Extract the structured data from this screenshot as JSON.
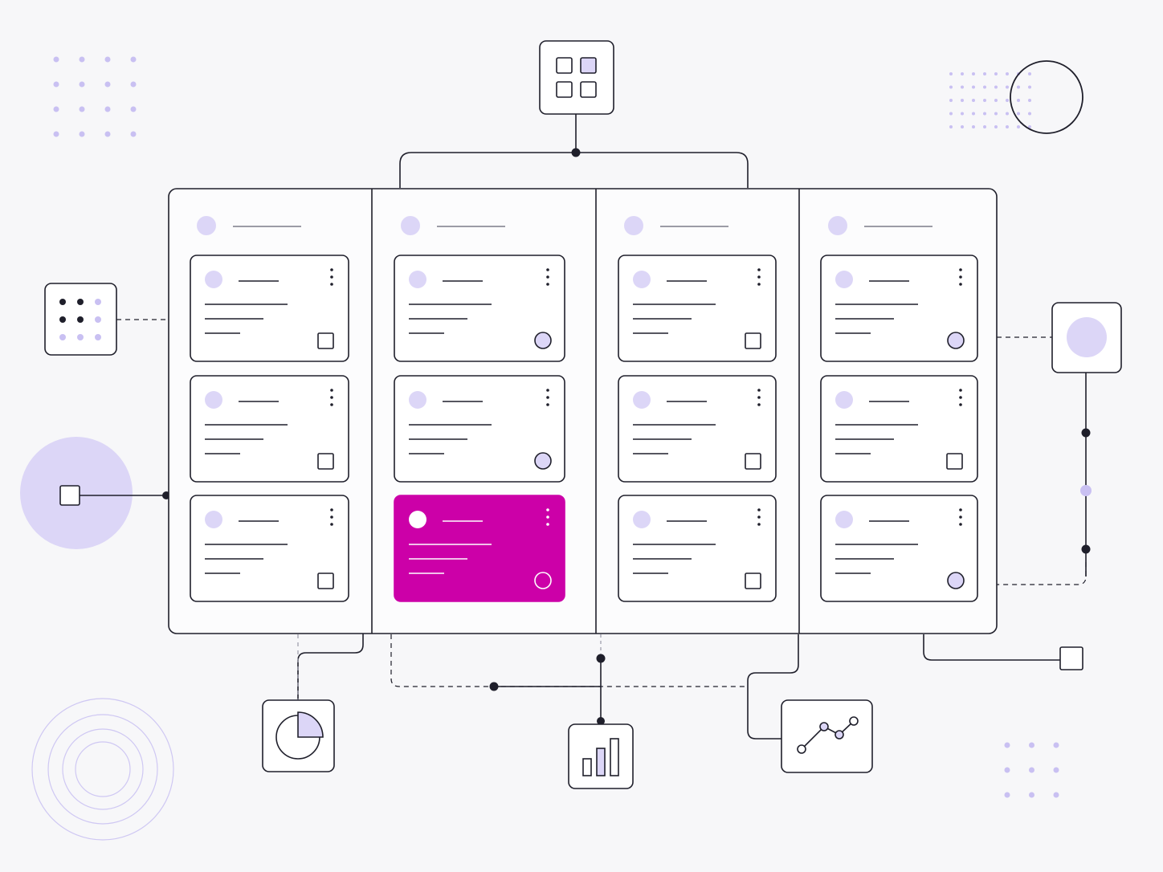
{
  "colors": {
    "ink": "#1f1f2b",
    "lavender": "#dcd6f7",
    "lavender_dot": "#c9c0f2",
    "accent": "#cc00a8",
    "surface": "#f7f7f9",
    "ring": "#cfc8f3"
  },
  "board": {
    "columns": [
      {
        "cards": [
          {
            "indicator": "square"
          },
          {
            "indicator": "square"
          },
          {
            "indicator": "square"
          }
        ]
      },
      {
        "cards": [
          {
            "indicator": "circle"
          },
          {
            "indicator": "circle"
          },
          {
            "indicator": "circle",
            "highlighted": true
          }
        ]
      },
      {
        "cards": [
          {
            "indicator": "square"
          },
          {
            "indicator": "square"
          },
          {
            "indicator": "square"
          }
        ]
      },
      {
        "cards": [
          {
            "indicator": "circle"
          },
          {
            "indicator": "square"
          },
          {
            "indicator": "circle"
          }
        ]
      }
    ]
  },
  "icons": {
    "top": "grid-icon",
    "left": "dot-grid-icon",
    "left_circle": "square-icon",
    "right": "circle-icon",
    "bottom_left": "pie-chart-icon",
    "bottom_center": "bar-chart-icon",
    "bottom_right": "line-chart-icon",
    "bottom_far_right": "square-icon",
    "top_right": "outline-circle-icon",
    "bottom_far_left": "concentric-rings-icon"
  }
}
